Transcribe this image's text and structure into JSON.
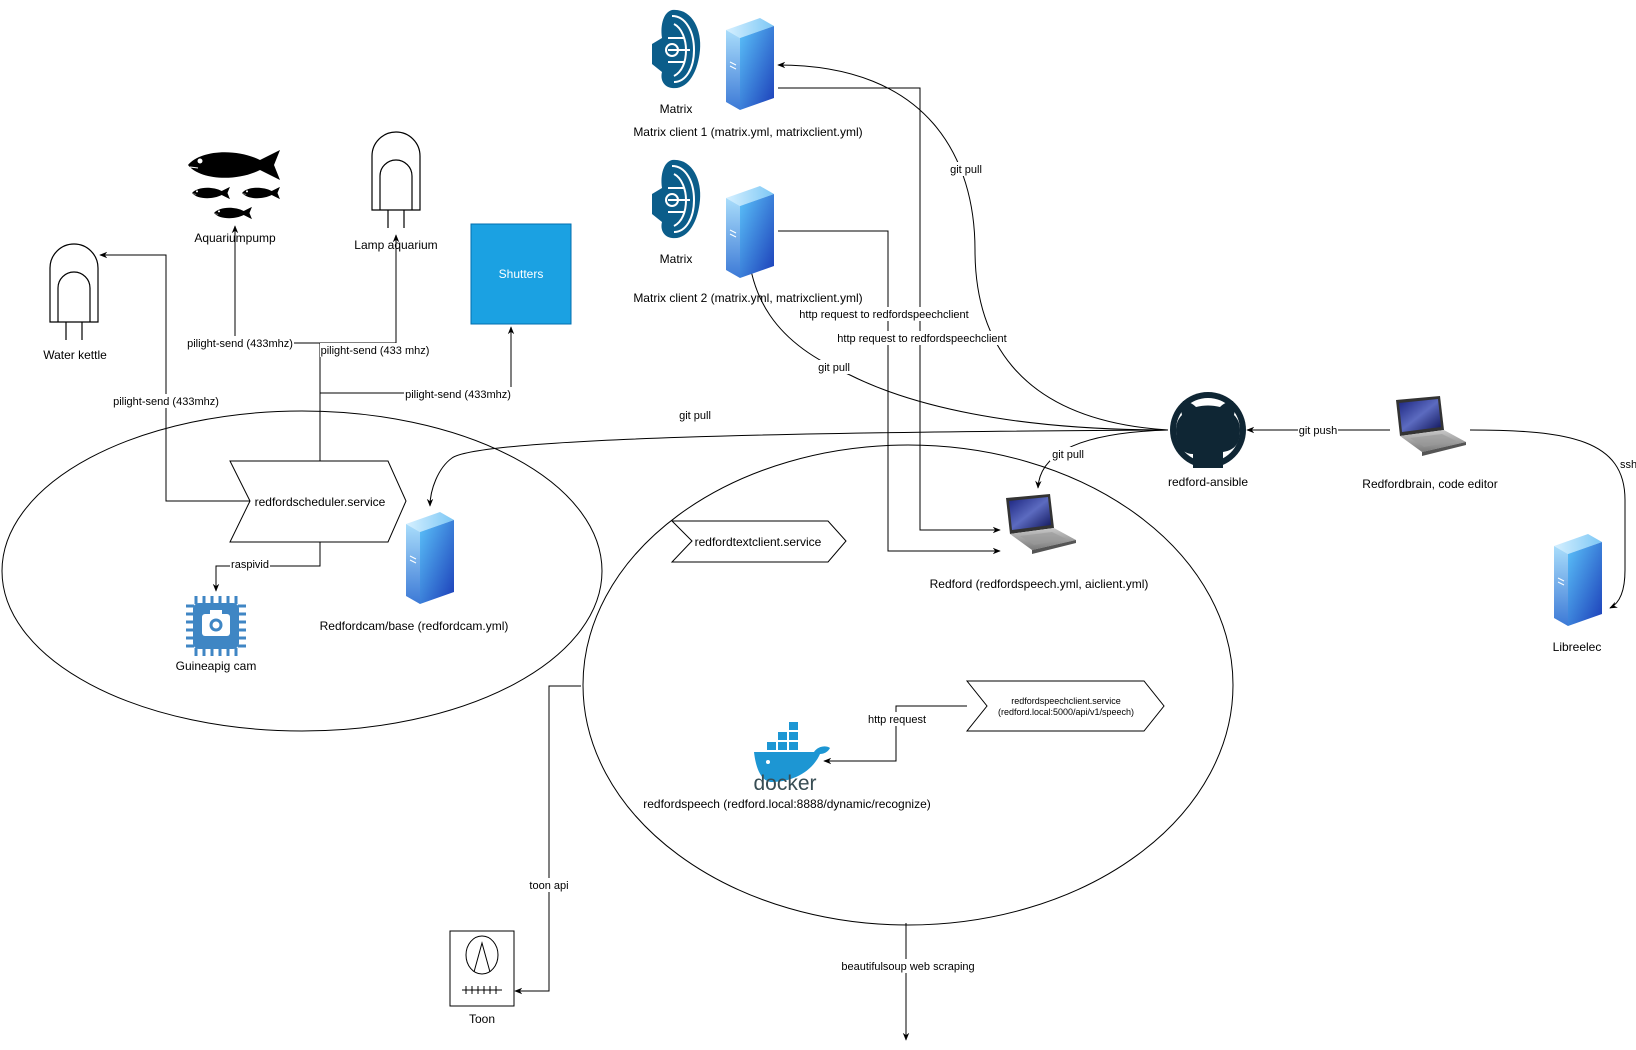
{
  "nodes": {
    "matrix_1": "Matrix",
    "matrix_client_1": "Matrix client 1 (matrix.yml, matrixclient.yml)",
    "matrix_2": "Matrix",
    "matrix_client_2": "Matrix client 2 (matrix.yml, matrixclient.yml)",
    "aquariumpump": "Aquariumpump",
    "lamp_aquarium": "Lamp aquarium",
    "shutters": "Shutters",
    "water_kettle": "Water kettle",
    "redfordscheduler": "redfordscheduler.service",
    "guineapig_cam": "Guineapig cam",
    "redfordcam": "Redfordcam/base (redfordcam.yml)",
    "redfordtextclient": "redfordtextclient.service",
    "redford": "Redford (redfordspeech.yml, aiclient.yml)",
    "redford_ansible": "redford-ansible",
    "redfordbrain": "Redfordbrain, code editor",
    "libreelec": "Libreelec",
    "speechclient_line1": "redfordspeechclient.service",
    "speechclient_line2": "(redford.local:5000/api/v1/speech)",
    "redfordspeech": "redfordspeech (redford.local:8888/dynamic/recognize)",
    "docker_logo": "docker",
    "toon": "Toon"
  },
  "edges": {
    "git_pull_1": "git pull",
    "git_pull_2": "git pull",
    "git_pull_3": "git pull",
    "git_pull_4": "git pull",
    "git_push": "git push",
    "ssh": "ssh",
    "http_speech_1": "http request to redfordspeechclient",
    "http_speech_2": "http request to redfordspeechclient",
    "pilight_kettle": "pilight-send (433mhz)",
    "pilight_pump": "pilight-send (433mhz)",
    "pilight_lamp": "pilight-send (433 mhz)",
    "pilight_shutters": "pilight-send (433mhz)",
    "raspivid": "raspivid",
    "http_request": "http request",
    "toon_api": "toon api",
    "beautifulsoup": "beautifulsoup web scraping"
  },
  "colors": {
    "shutters_fill": "#1BA1E2",
    "shutters_stroke": "#006EAF",
    "server_light": "#4DB0F5",
    "server_dark": "#1B54C4",
    "matrix_blue": "#0B5D8A",
    "chip_blue": "#3F86C4",
    "docker_blue": "#1D96D3",
    "docker_dark": "#384D54",
    "github_dark": "#0F2634"
  },
  "icons": [
    "matrix-icon",
    "server-icon",
    "fish-icon",
    "bulb-icon",
    "chip-camera-icon",
    "github-icon",
    "laptop-icon",
    "docker-icon",
    "thermostat-icon"
  ]
}
